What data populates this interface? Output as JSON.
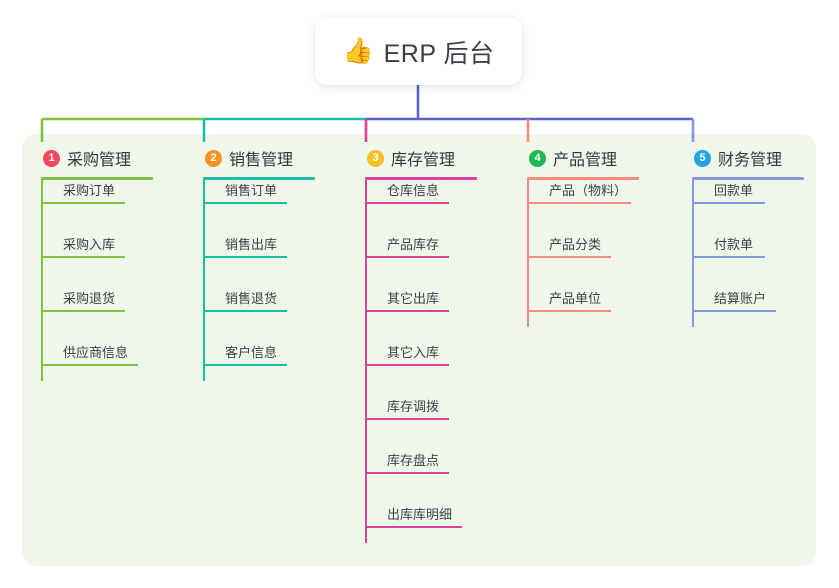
{
  "diagram": {
    "background_color": "#ffffff",
    "panel_color": "#eef7e9",
    "root": {
      "icon": "thumbs-up-icon",
      "icon_glyph": "👍",
      "label": "ERP 后台"
    },
    "bus_colors": {
      "segment_1": "#7dc242",
      "segment_2": "#16bfa6",
      "segment_3": "#5b63c8",
      "segment_4": "#5b63c8",
      "segment_5": "#5b63c8",
      "root_drop": "#5b63c8"
    },
    "columns": [
      {
        "number": "1",
        "title": "采购管理",
        "badge_color": "#f8475f",
        "line_color": "#7dc242",
        "head_rule_width": 112,
        "items": [
          {
            "label": "采购订单",
            "rule_width": 84
          },
          {
            "label": "采购入库",
            "rule_width": 84
          },
          {
            "label": "采购退货",
            "rule_width": 84
          },
          {
            "label": "供应商信息",
            "rule_width": 97
          }
        ]
      },
      {
        "number": "2",
        "title": "销售管理",
        "badge_color": "#f7941e",
        "line_color": "#16bfa6",
        "head_rule_width": 112,
        "items": [
          {
            "label": "销售订单",
            "rule_width": 84
          },
          {
            "label": "销售出库",
            "rule_width": 84
          },
          {
            "label": "销售退货",
            "rule_width": 84
          },
          {
            "label": "客户信息",
            "rule_width": 84
          }
        ]
      },
      {
        "number": "3",
        "title": "库存管理",
        "badge_color": "#f5c125",
        "line_color": "#e0409b",
        "head_rule_width": 112,
        "items": [
          {
            "label": "仓库信息",
            "rule_width": 84
          },
          {
            "label": "产品库存",
            "rule_width": 84
          },
          {
            "label": "其它出库",
            "rule_width": 84
          },
          {
            "label": "其它入库",
            "rule_width": 84
          },
          {
            "label": "库存调拨",
            "rule_width": 84
          },
          {
            "label": "库存盘点",
            "rule_width": 84
          },
          {
            "label": "出库库明细",
            "rule_width": 97
          }
        ]
      },
      {
        "number": "4",
        "title": "产品管理",
        "badge_color": "#20b755",
        "line_color": "#f98b7e",
        "head_rule_width": 112,
        "items": [
          {
            "label": "产品（物料）",
            "rule_width": 104
          },
          {
            "label": "产品分类",
            "rule_width": 84
          },
          {
            "label": "产品单位",
            "rule_width": 84
          }
        ]
      },
      {
        "number": "5",
        "title": "财务管理",
        "badge_color": "#1fa6e0",
        "line_color": "#8399dd",
        "head_rule_width": 112,
        "items": [
          {
            "label": "回款单",
            "rule_width": 73
          },
          {
            "label": "付款单",
            "rule_width": 73
          },
          {
            "label": "结算账户",
            "rule_width": 84
          }
        ]
      }
    ]
  }
}
